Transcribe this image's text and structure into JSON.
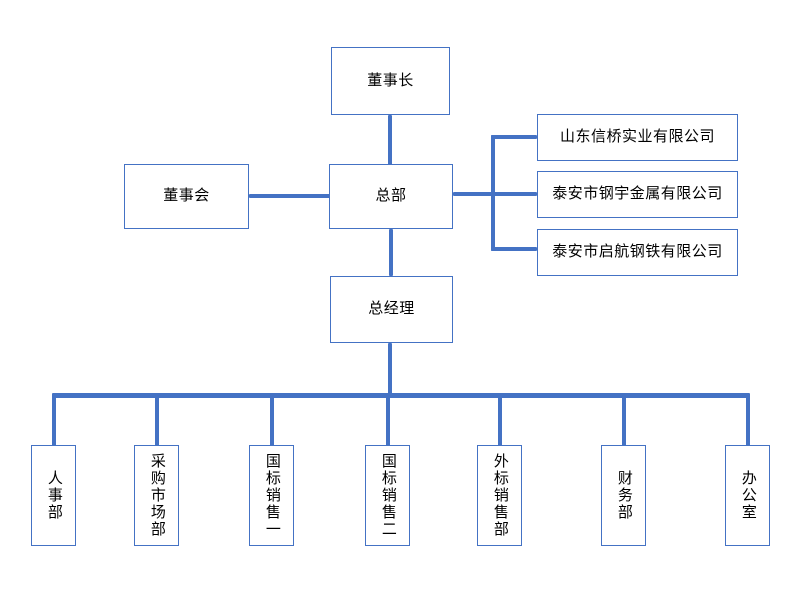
{
  "org": {
    "chairman": {
      "label": "董事长"
    },
    "board": {
      "label": "董事会"
    },
    "headquarters": {
      "label": "总部"
    },
    "general_manager": {
      "label": "总经理"
    },
    "companies": [
      {
        "label": "山东信桥实业有限公司"
      },
      {
        "label": "泰安市钢宇金属有限公司"
      },
      {
        "label": "泰安市启航钢铁有限公司"
      }
    ],
    "departments": [
      {
        "label": "人事部"
      },
      {
        "label": "采购市场部"
      },
      {
        "label": "国标销售一"
      },
      {
        "label": "国标销售二"
      },
      {
        "label": "外标销售部"
      },
      {
        "label": "财务部"
      },
      {
        "label": "办公室"
      }
    ]
  },
  "colors": {
    "box_border": "#4472C4",
    "connector": "#4472C4",
    "text": "#000000",
    "background": "#FFFFFF"
  }
}
